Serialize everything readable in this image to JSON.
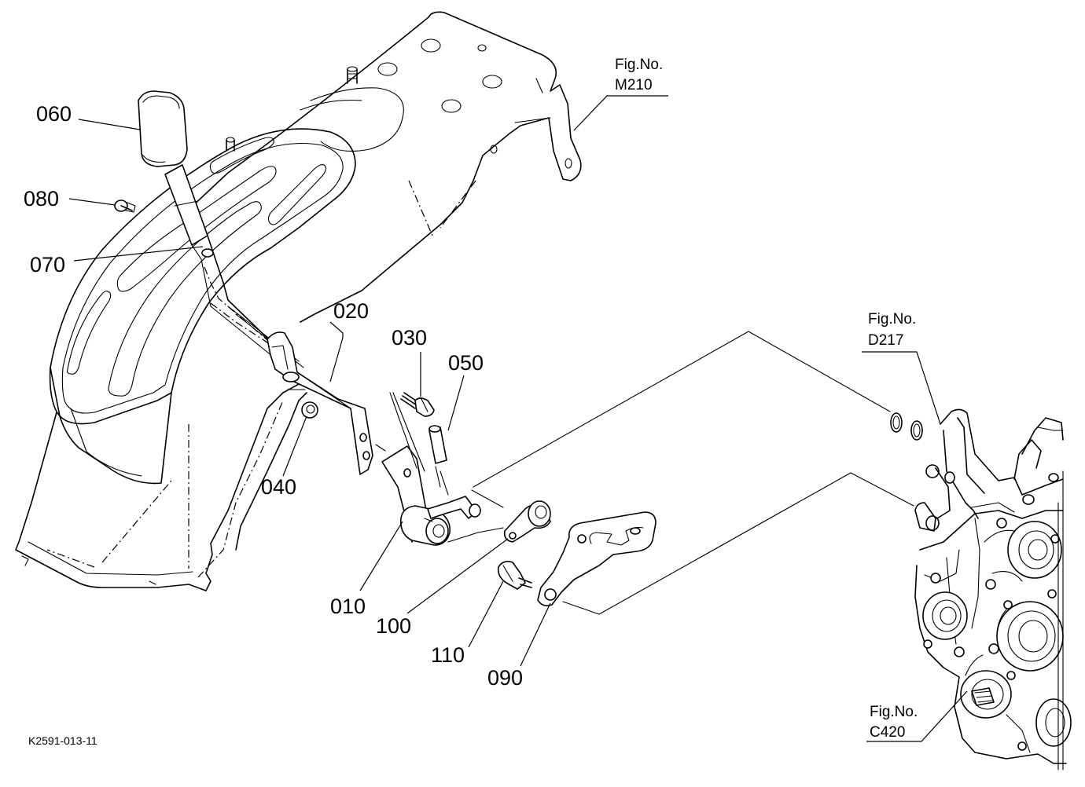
{
  "diagram": {
    "parts": [
      {
        "id": "p010",
        "label": "010"
      },
      {
        "id": "p020",
        "label": "020"
      },
      {
        "id": "p030",
        "label": "030"
      },
      {
        "id": "p040",
        "label": "040"
      },
      {
        "id": "p050",
        "label": "050"
      },
      {
        "id": "p060",
        "label": "060"
      },
      {
        "id": "p070",
        "label": "070"
      },
      {
        "id": "p080",
        "label": "080"
      },
      {
        "id": "p090",
        "label": "090"
      },
      {
        "id": "p100",
        "label": "100"
      },
      {
        "id": "p110",
        "label": "110"
      }
    ],
    "references": [
      {
        "id": "m210",
        "line1": "Fig.No.",
        "line2": "M210"
      },
      {
        "id": "d217",
        "line1": "Fig.No.",
        "line2": "D217"
      },
      {
        "id": "c420",
        "line1": "Fig.No.",
        "line2": "C420"
      }
    ],
    "drawing_code": "K2591-013-11"
  }
}
